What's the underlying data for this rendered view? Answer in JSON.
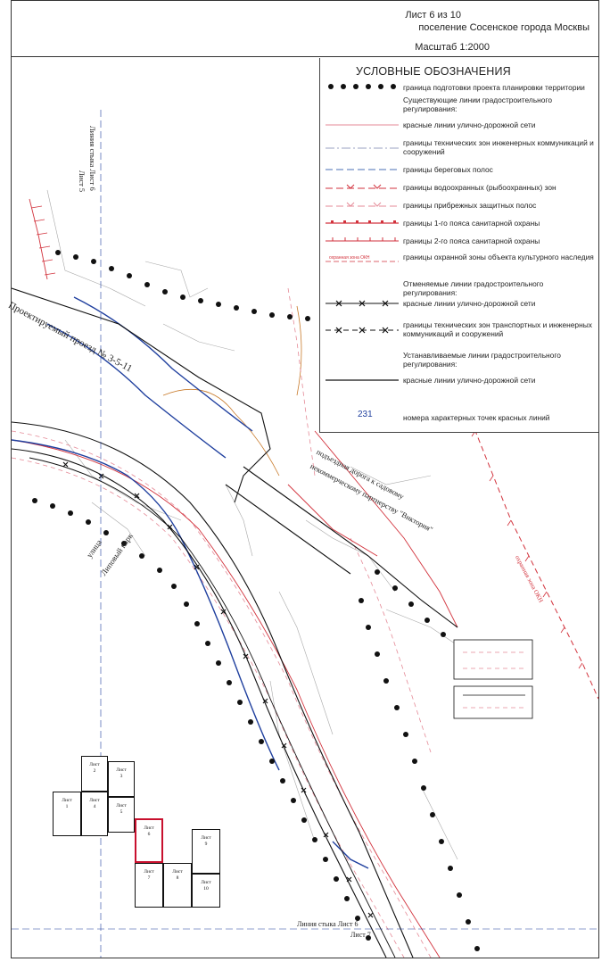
{
  "header": {
    "sheet_of": "Лист 6 из 10",
    "settlement": "поселение Сосенское города Москвы",
    "scale": "Масштаб 1:2000"
  },
  "legend": {
    "title": "УСЛОВНЫЕ ОБОЗНАЧЕНИЯ",
    "items": [
      {
        "key": "planning_border",
        "label": "граница подготовки проекта планировки территории"
      },
      {
        "key": "existing_head",
        "label": "Существующие линии градостроительного регулирования:"
      },
      {
        "key": "red_lines",
        "label": "красные линии улично-дорожной сети"
      },
      {
        "key": "tech_zones",
        "label": "границы технических зон инженерных коммуникаций и сооружений"
      },
      {
        "key": "shore",
        "label": "границы береговых полос"
      },
      {
        "key": "water_protection",
        "label": "границы водоохранных (рыбоохранных) зон"
      },
      {
        "key": "coastal_strips",
        "label": "границы прибрежных защитных полос"
      },
      {
        "key": "sanitary1",
        "label": "границы 1-го пояса санитарной охраны"
      },
      {
        "key": "sanitary2",
        "label": "границы 2-го пояса санитарной охраны"
      },
      {
        "key": "heritage",
        "label": "границы охранной зоны объекта культурного наследия"
      },
      {
        "key": "cancelled_head",
        "label": "Отменяемые линии градостроительного регулирования:"
      },
      {
        "key": "cancelled_red",
        "label": "красные линии улично-дорожной сети"
      },
      {
        "key": "cancelled_tech",
        "label": "границы технических зон транспортных и инженерных коммуникаций и сооружений"
      },
      {
        "key": "established_head",
        "label": "Устанавливаемые линии градостроительного регулирования:"
      },
      {
        "key": "established_red",
        "label": "красные линии улично-дорожной сети"
      },
      {
        "key": "points",
        "label": "номера характерных точек красных линий"
      }
    ],
    "heritage_sample": "охранная зона ОКН",
    "point_sample": "231"
  },
  "map_labels": {
    "stitch_top_1": "Линия стыка Лист 6",
    "stitch_top_2": "Лист 5",
    "projected_road": "Проектируемый проезд № 3-5-11",
    "street_1": "улица",
    "street_2": "Липовый парк",
    "access_1": "подъездная дорога к садовому",
    "access_2": "некоммерческому партнерству \"Виктория\"",
    "heritage_zone": "охранная зона ОКН",
    "stitch_bottom_1": "Линия стыка Лист 6",
    "stitch_bottom_2": "Лист 7"
  },
  "sheet_index": [
    {
      "label": "Лист\n1"
    },
    {
      "label": "Лист\n2"
    },
    {
      "label": "Лист\n3"
    },
    {
      "label": "Лист\n4"
    },
    {
      "label": "Лист\n5"
    },
    {
      "label": "Лист\n6"
    },
    {
      "label": "Лист\n7"
    },
    {
      "label": "Лист\n8"
    },
    {
      "label": "Лист\n9"
    },
    {
      "label": "Лист\n10"
    }
  ],
  "colors": {
    "red": "#d2323c",
    "pink": "#e58a97",
    "blue": "#1f3f9e",
    "black": "#111111",
    "orange": "#c87a2a",
    "gray": "#9a9a9a"
  }
}
